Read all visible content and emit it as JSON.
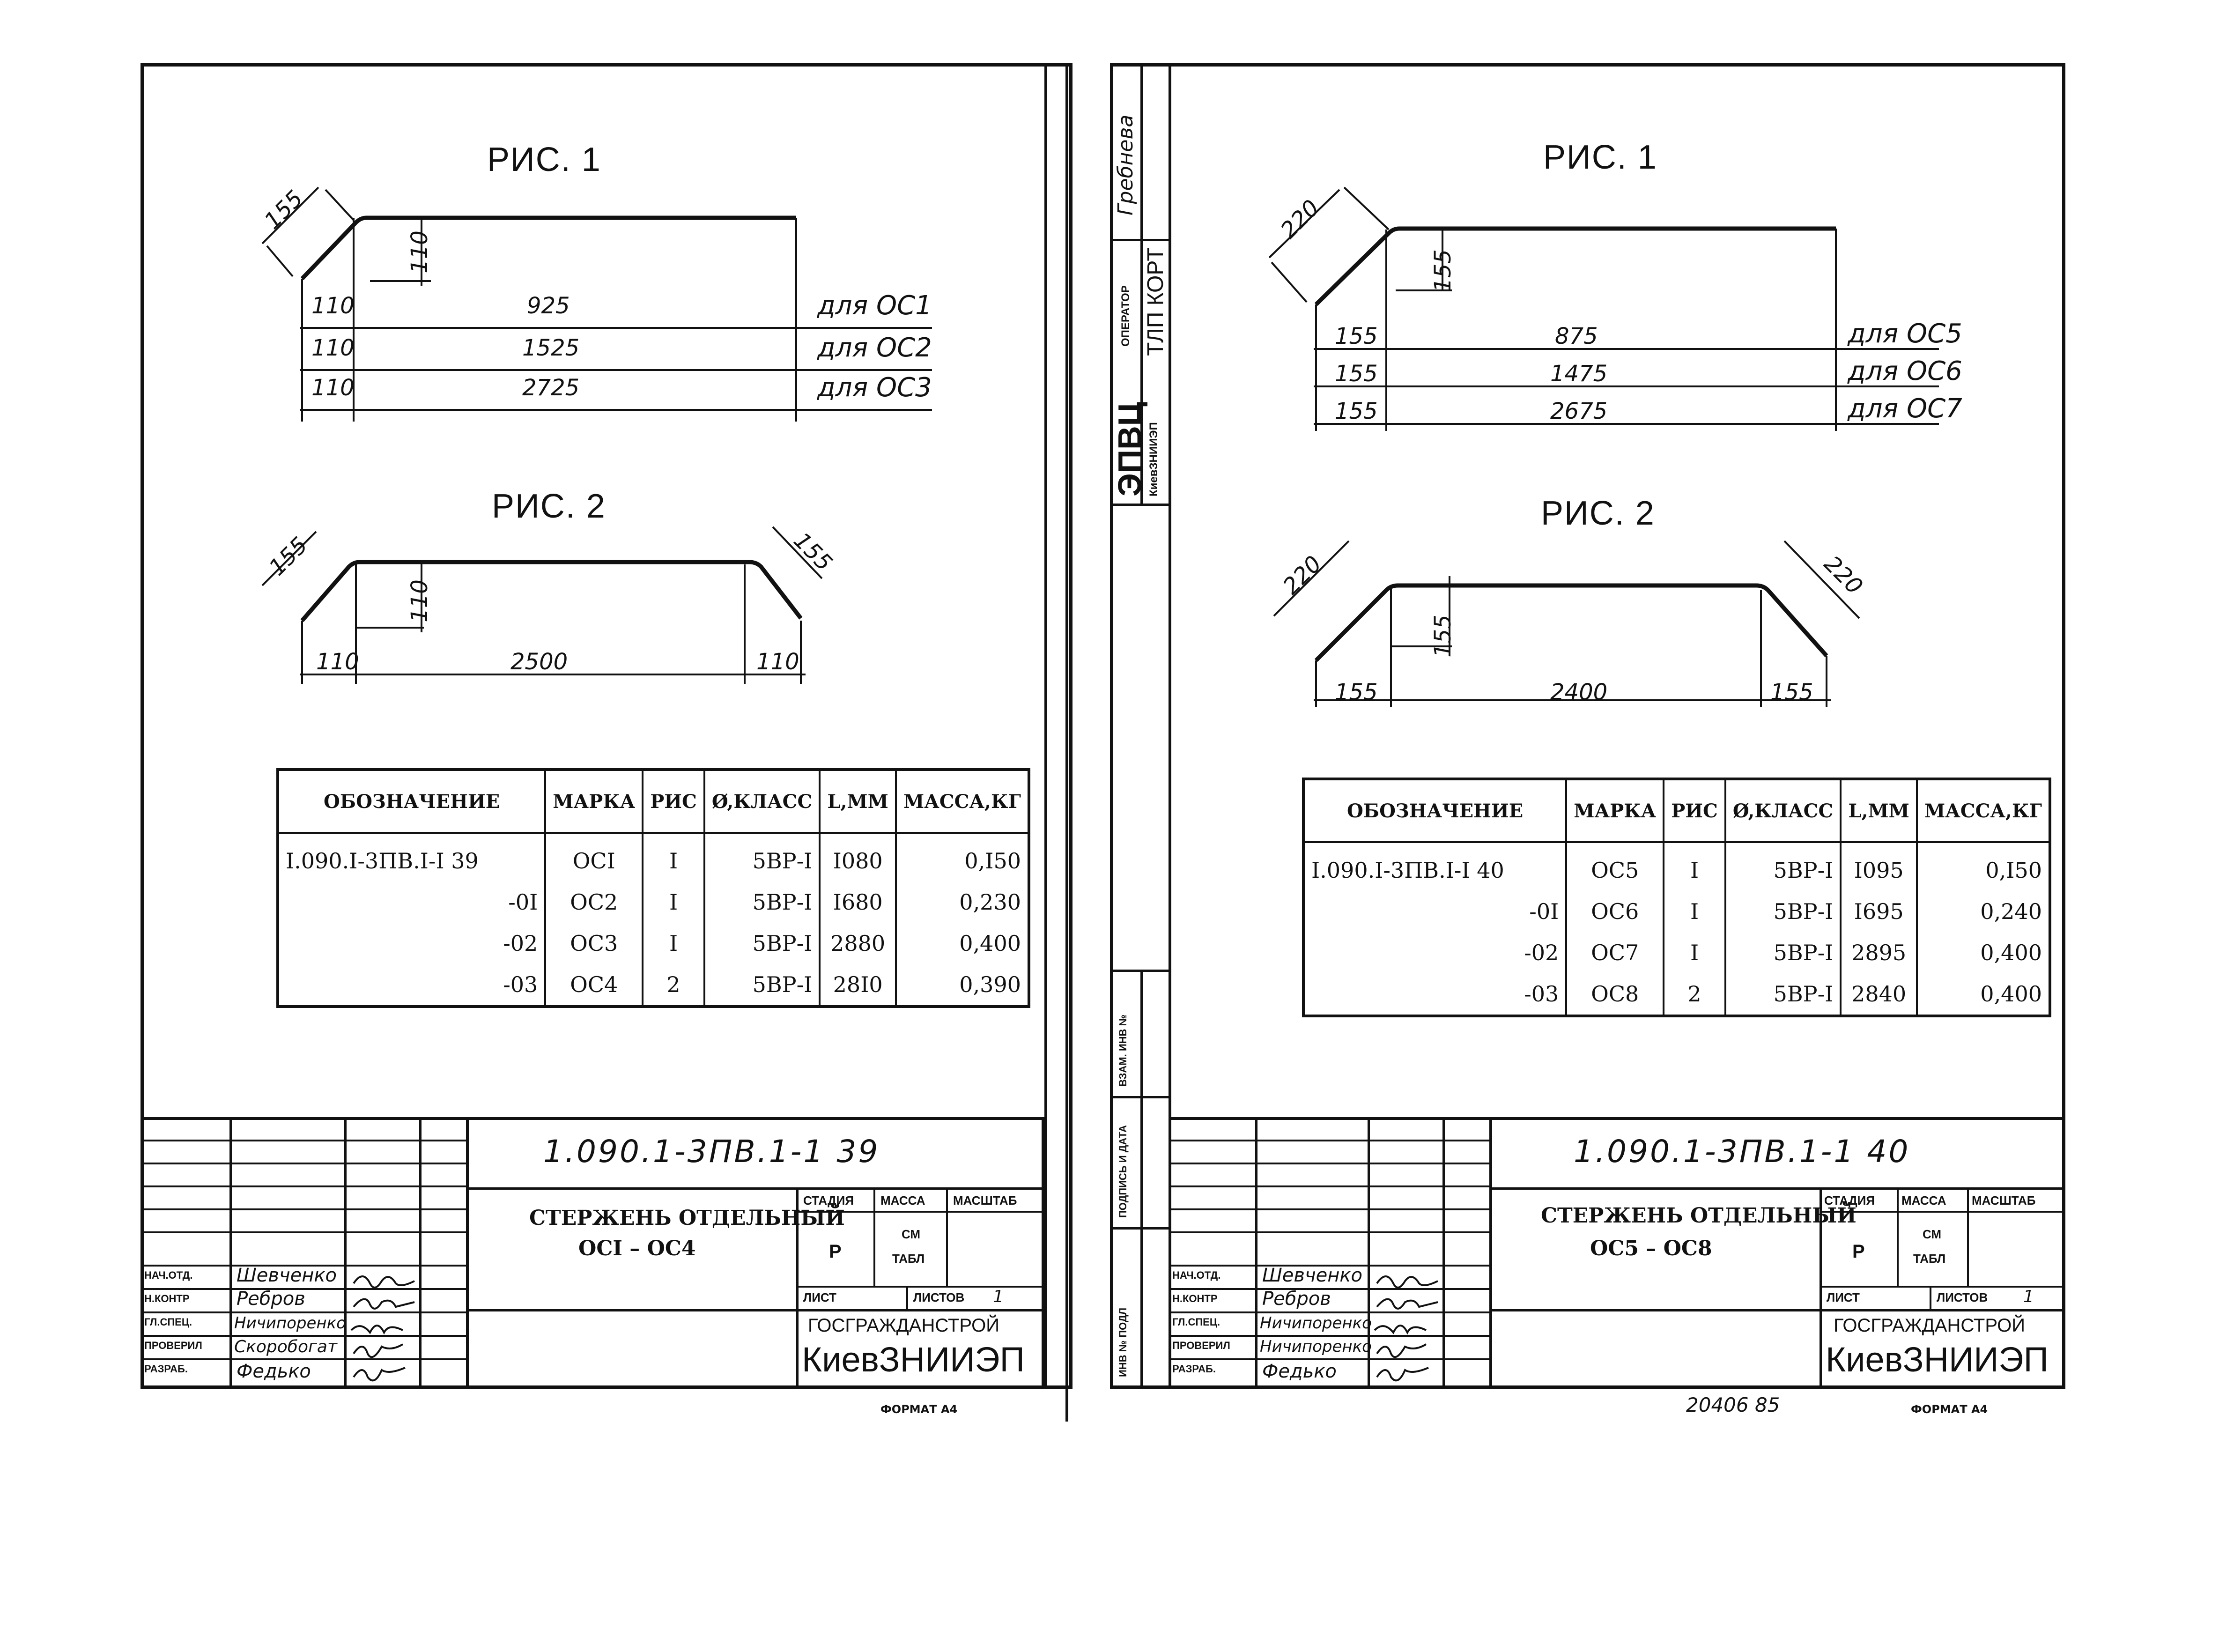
{
  "sheets": [
    {
      "fig1": {
        "title": "РИС. 1",
        "diag": "155",
        "rise": "110",
        "rows": [
          {
            "a": "110",
            "b": "925",
            "label": "для ОС1"
          },
          {
            "a": "110",
            "b": "1525",
            "label": "для ОС2"
          },
          {
            "a": "110",
            "b": "2725",
            "label": "для ОС3"
          }
        ]
      },
      "fig2": {
        "title": "РИС. 2",
        "diag_left": "155",
        "diag_right": "155",
        "rise": "110",
        "left": "110",
        "mid": "2500",
        "right": "110"
      },
      "table": {
        "headers": [
          "ОБОЗНАЧЕНИЕ",
          "МАРКА",
          "РИС",
          "Ø,КЛАСС",
          "L,ММ",
          "МАССА,КГ"
        ],
        "rows": [
          [
            "I.090.I-3ПВ.I-I 39",
            "ОСI",
            "I",
            "5ВР-I",
            "I080",
            "0,I50"
          ],
          [
            "-0I",
            "ОС2",
            "I",
            "5ВР-I",
            "I680",
            "0,230"
          ],
          [
            "-02",
            "ОС3",
            "I",
            "5ВР-I",
            "2880",
            "0,400"
          ],
          [
            "-03",
            "ОС4",
            "2",
            "5ВР-I",
            "28I0",
            "0,390"
          ]
        ]
      },
      "stamp": {
        "code": "1.090.1-3ПВ.1-1  39",
        "title_line1": "СТЕРЖЕНЬ ОТДЕЛЬНЫЙ",
        "title_line2": "ОСI – ОС4",
        "stage_label": "СТАДИЯ",
        "mass_label": "МАССА",
        "scale_label": "МАСШТАБ",
        "stage": "Р",
        "mass_line1": "СМ",
        "mass_line2": "ТАБЛ",
        "sheet_label": "ЛИСТ",
        "sheets_label": "ЛИСТОВ",
        "sheets_value": "1",
        "org1": "ГОСГРАЖДАНСТРОЙ",
        "org2": "КиевЗНИИЭП",
        "roles": [
          "НАЧ.ОТД.",
          "Н.КОНТР",
          "ГЛ.СПЕЦ.",
          "ПРОВЕРИЛ",
          "РАЗРАБ."
        ],
        "names": [
          "Шевченко",
          "Ребров",
          "Ничипоренко",
          "Скоробогат",
          "Федько"
        ]
      },
      "format": "ФОРМАТ А4"
    },
    {
      "fig1": {
        "title": "РИС. 1",
        "diag": "220",
        "rise": "155",
        "rows": [
          {
            "a": "155",
            "b": "875",
            "label": "для ОС5"
          },
          {
            "a": "155",
            "b": "1475",
            "label": "для ОС6"
          },
          {
            "a": "155",
            "b": "2675",
            "label": "для ОС7"
          }
        ]
      },
      "fig2": {
        "title": "РИС. 2",
        "diag_left": "220",
        "diag_right": "220",
        "rise": "155",
        "left": "155",
        "mid": "2400",
        "right": "155"
      },
      "table": {
        "headers": [
          "ОБОЗНАЧЕНИЕ",
          "МАРКА",
          "РИС",
          "Ø,КЛАСС",
          "L,ММ",
          "МАССА,КГ"
        ],
        "rows": [
          [
            "I.090.I-3ПВ.I-I 40",
            "ОС5",
            "I",
            "5ВР-I",
            "I095",
            "0,I50"
          ],
          [
            "-0I",
            "ОС6",
            "I",
            "5ВР-I",
            "I695",
            "0,240"
          ],
          [
            "-02",
            "ОС7",
            "I",
            "5ВР-I",
            "2895",
            "0,400"
          ],
          [
            "-03",
            "ОС8",
            "2",
            "5ВР-I",
            "2840",
            "0,400"
          ]
        ]
      },
      "stamp": {
        "code": "1.090.1-3ПВ.1-1  40",
        "title_line1": "СТЕРЖЕНЬ ОТДЕЛЬНЫЙ",
        "title_line2": "ОС5 – ОС8",
        "stage_label": "СТАДИЯ",
        "mass_label": "МАССА",
        "scale_label": "МАСШТАБ",
        "stage": "Р",
        "mass_line1": "СМ",
        "mass_line2": "ТАБЛ",
        "sheet_label": "ЛИСТ",
        "sheets_label": "ЛИСТОВ",
        "sheets_value": "1",
        "org1": "ГОСГРАЖДАНСТРОЙ",
        "org2": "КиевЗНИИЭП",
        "roles": [
          "НАЧ.ОТД.",
          "Н.КОНТР",
          "ГЛ.СПЕЦ.",
          "ПРОВЕРИЛ",
          "РАЗРАБ."
        ],
        "names": [
          "Шевченко",
          "Ребров",
          "Ничипоренко",
          "Ничипоренко",
          "Федько"
        ]
      },
      "format": "ФОРМАТ А4",
      "inventory": "20406  85"
    }
  ],
  "side_strip": {
    "signer": "Гребнева",
    "operator_label": "ОПЕРАТОР",
    "operator_value": "ТЛП КОРТ",
    "center": "ЭПВЦ",
    "center_sub": "КиевЗНИИЭП",
    "inv_replace": "ВЗАМ. ИНВ №",
    "sign_date": "ПОДПИСЬ И ДАТА",
    "inv_orig": "ИНВ № ПОДЛ"
  }
}
